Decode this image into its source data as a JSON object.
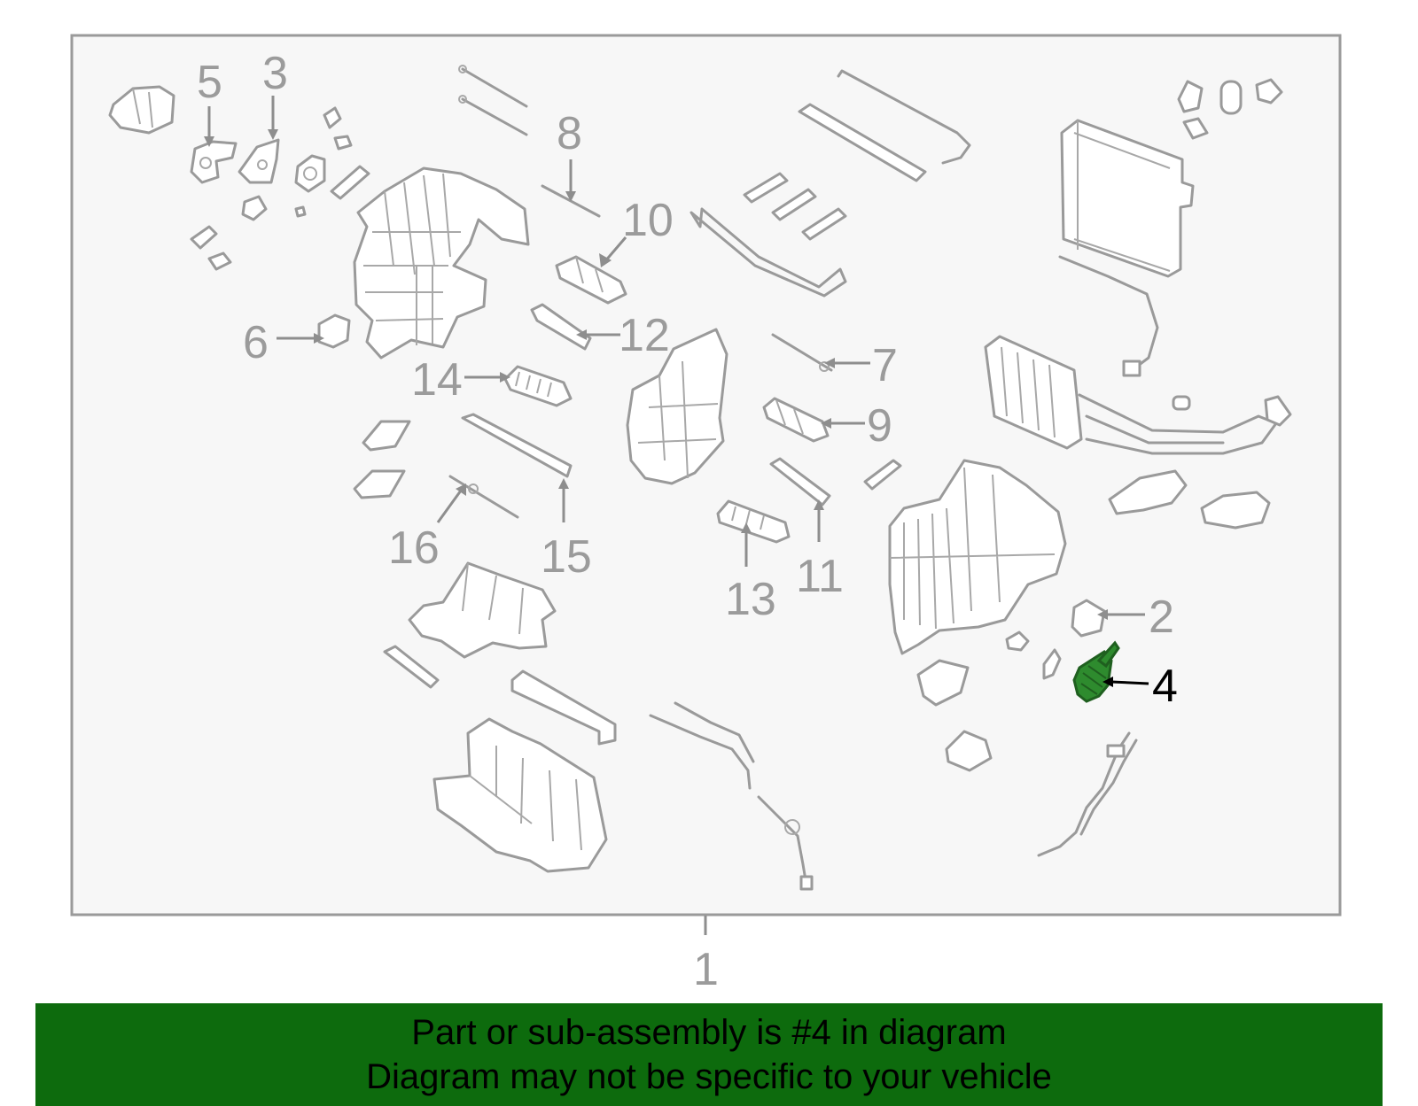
{
  "diagram": {
    "callouts": {
      "c1": "1",
      "c2": "2",
      "c3": "3",
      "c4": "4",
      "c5": "5",
      "c6": "6",
      "c7": "7",
      "c8": "8",
      "c9": "9",
      "c10": "10",
      "c11": "11",
      "c12": "12",
      "c13": "13",
      "c14": "14",
      "c15": "15",
      "c16": "16"
    },
    "highlight_callout": "4",
    "colors": {
      "frame_background": "#f7f7f7",
      "line_art": "#9a9a9a",
      "highlight_part": "#2e8b2e",
      "banner_background": "#0d6b0d",
      "banner_text": "#000000"
    }
  },
  "banner": {
    "line1": "Part or sub-assembly is #4 in diagram",
    "line2": "Diagram may not be specific to your vehicle"
  }
}
